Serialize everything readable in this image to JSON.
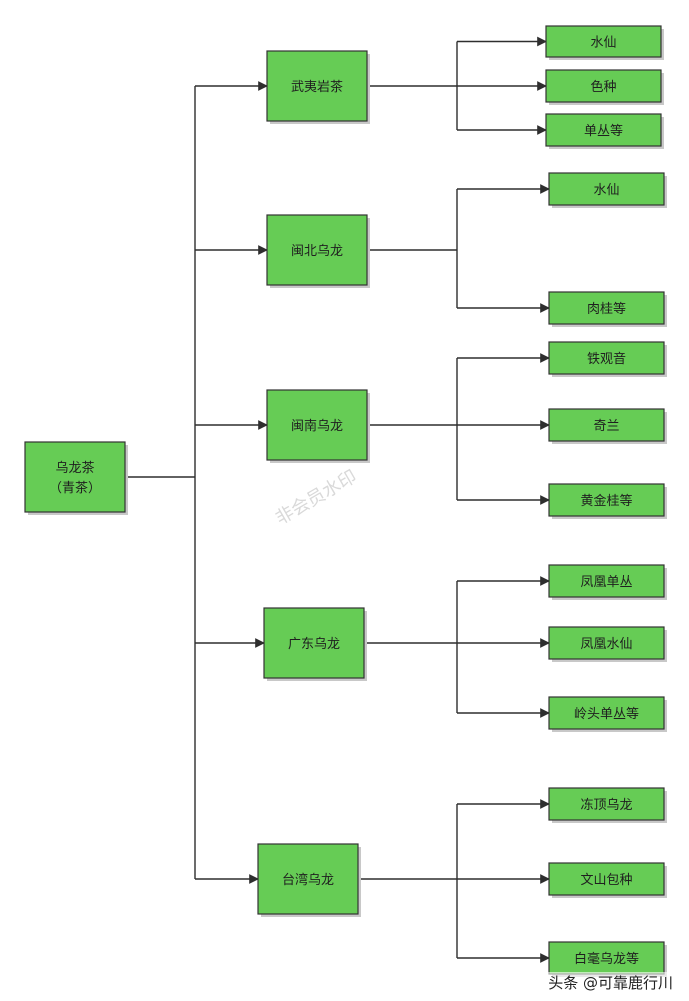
{
  "root": {
    "line1": "乌龙茶",
    "line2": "（青茶）"
  },
  "branches": [
    {
      "label": "武夷岩茶",
      "leaves": [
        "水仙",
        "色种",
        "单丛等"
      ]
    },
    {
      "label": "闽北乌龙",
      "leaves": [
        "水仙",
        "肉桂等"
      ]
    },
    {
      "label": "闽南乌龙",
      "leaves": [
        "铁观音",
        "奇兰",
        "黄金桂等"
      ]
    },
    {
      "label": "广东乌龙",
      "leaves": [
        "凤凰单丛",
        "凤凰水仙",
        "岭头单丛等"
      ]
    },
    {
      "label": "台湾乌龙",
      "leaves": [
        "冻顶乌龙",
        "文山包种",
        "白毫乌龙等"
      ]
    }
  ],
  "watermark": "非会员水印",
  "credit": "头条 @可靠鹿行川",
  "colors": {
    "node_fill": "#66cc55",
    "stroke": "#333333",
    "line": "#2e2e2e"
  }
}
